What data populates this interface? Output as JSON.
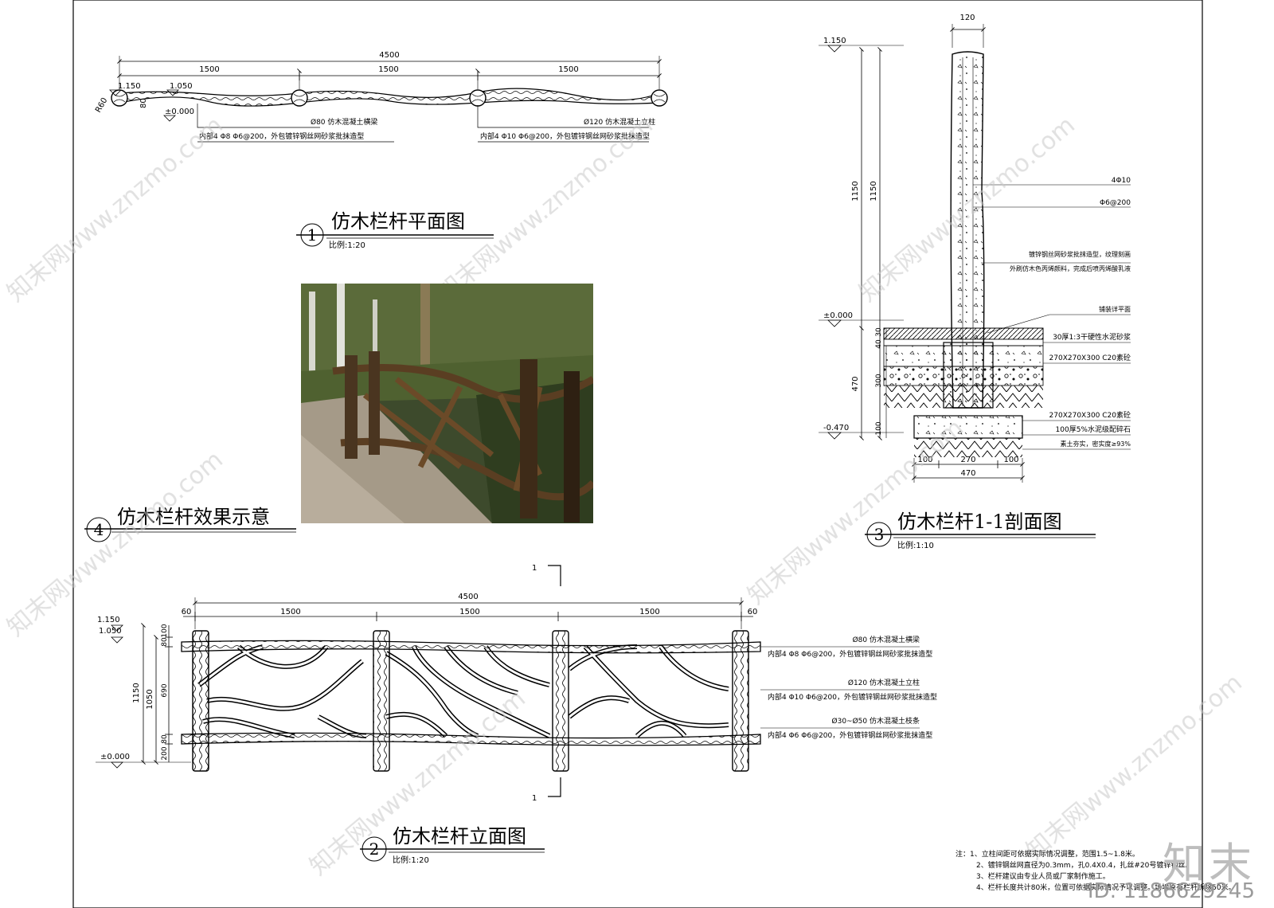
{
  "plan": {
    "title": "仿木栏杆平面图",
    "num": "1",
    "scale": "比例:1:20",
    "dim_total": "4500",
    "dim_spans": [
      "1500",
      "1500",
      "1500"
    ],
    "elev_1": "1.150",
    "elev_2": "1.050",
    "elev_0": "±0.000",
    "r60": "R60",
    "d80": "80",
    "note_left_1": "Ø80  仿木混凝土横梁",
    "note_left_2": "内部4 Φ8  Φ6@200，外包镀锌钢丝网砂浆批抹造型",
    "note_right_1": "Ø120  仿木混凝土立柱",
    "note_right_2": "内部4 Φ10  Φ6@200，外包镀锌钢丝网砂浆批抹造型"
  },
  "photo": {
    "title": "仿木栏杆效果示意",
    "num": "4"
  },
  "section": {
    "title": "仿木栏杆1-1剖面图",
    "num": "3",
    "scale": "比例:1:10",
    "top_dim": "120",
    "elev_top": "1.150",
    "elev_0": "±0.000",
    "elev_bot": "-0.470",
    "dim_1150a": "1150",
    "dim_1150b": "1150",
    "dim_470": "470",
    "dim_30": "30",
    "dim_40": "40",
    "dim_300": "300",
    "dim_100": "100",
    "bottom_dims": [
      "100",
      "270",
      "100"
    ],
    "bottom_total": "470",
    "labels": [
      "4Φ10",
      "Φ6@200",
      "镀锌钢丝网砂浆批抹造型，纹理刻画",
      "外刷仿木色丙烯颜料，完成后喷丙烯酸乳液",
      "铺装详平面",
      "30厚1:3干硬性水泥砂浆",
      "270X270X300  C20素砼",
      "270X270X300  C20素砼",
      "100厚5%水泥级配碎石",
      "素土夯实，密实度≥93%"
    ]
  },
  "elevation": {
    "title": "仿木栏杆立面图",
    "num": "2",
    "scale": "比例:1:20",
    "cut_mark": "1",
    "dim_total": "4500",
    "dim_spans": [
      "1500",
      "1500",
      "1500"
    ],
    "dim_60l": "60",
    "dim_60r": "60",
    "elev_top": "1.150",
    "elev_2": "1.050",
    "elev_0": "±0.000",
    "v_dims": [
      "100",
      "80",
      "690",
      "80",
      "200"
    ],
    "v_1150": "1150",
    "v_1050": "1050",
    "notes": [
      "Ø80  仿木混凝土横梁",
      "内部4 Φ8  Φ6@200，外包镀锌钢丝网砂浆批抹造型",
      "Ø120  仿木混凝土立柱",
      "内部4 Φ10  Φ6@200，外包镀锌钢丝网砂浆批抹造型",
      "Ø30~Ø50  仿木混凝土枝条",
      "内部4 Φ6  Φ6@200，外包镀锌钢丝网砂浆批抹造型"
    ]
  },
  "notes": {
    "items": [
      "注：1、立柱间距可依据实际情况调整，范围1.5~1.8米。",
      "2、镀锌钢丝网直径为0.3mm，孔0.4X0.4，扎丝#20号镀锌钢丝。",
      "3、栏杆建议由专业人员或厂家制作施工。",
      "4、栏杆长度共计80米，位置可依据实际情况予以调整。场地原有栏杆拆除50米。"
    ]
  },
  "watermark": {
    "brand": "知末",
    "id": "ID: 1186629245",
    "site": "知末网www.znzmo.com"
  }
}
